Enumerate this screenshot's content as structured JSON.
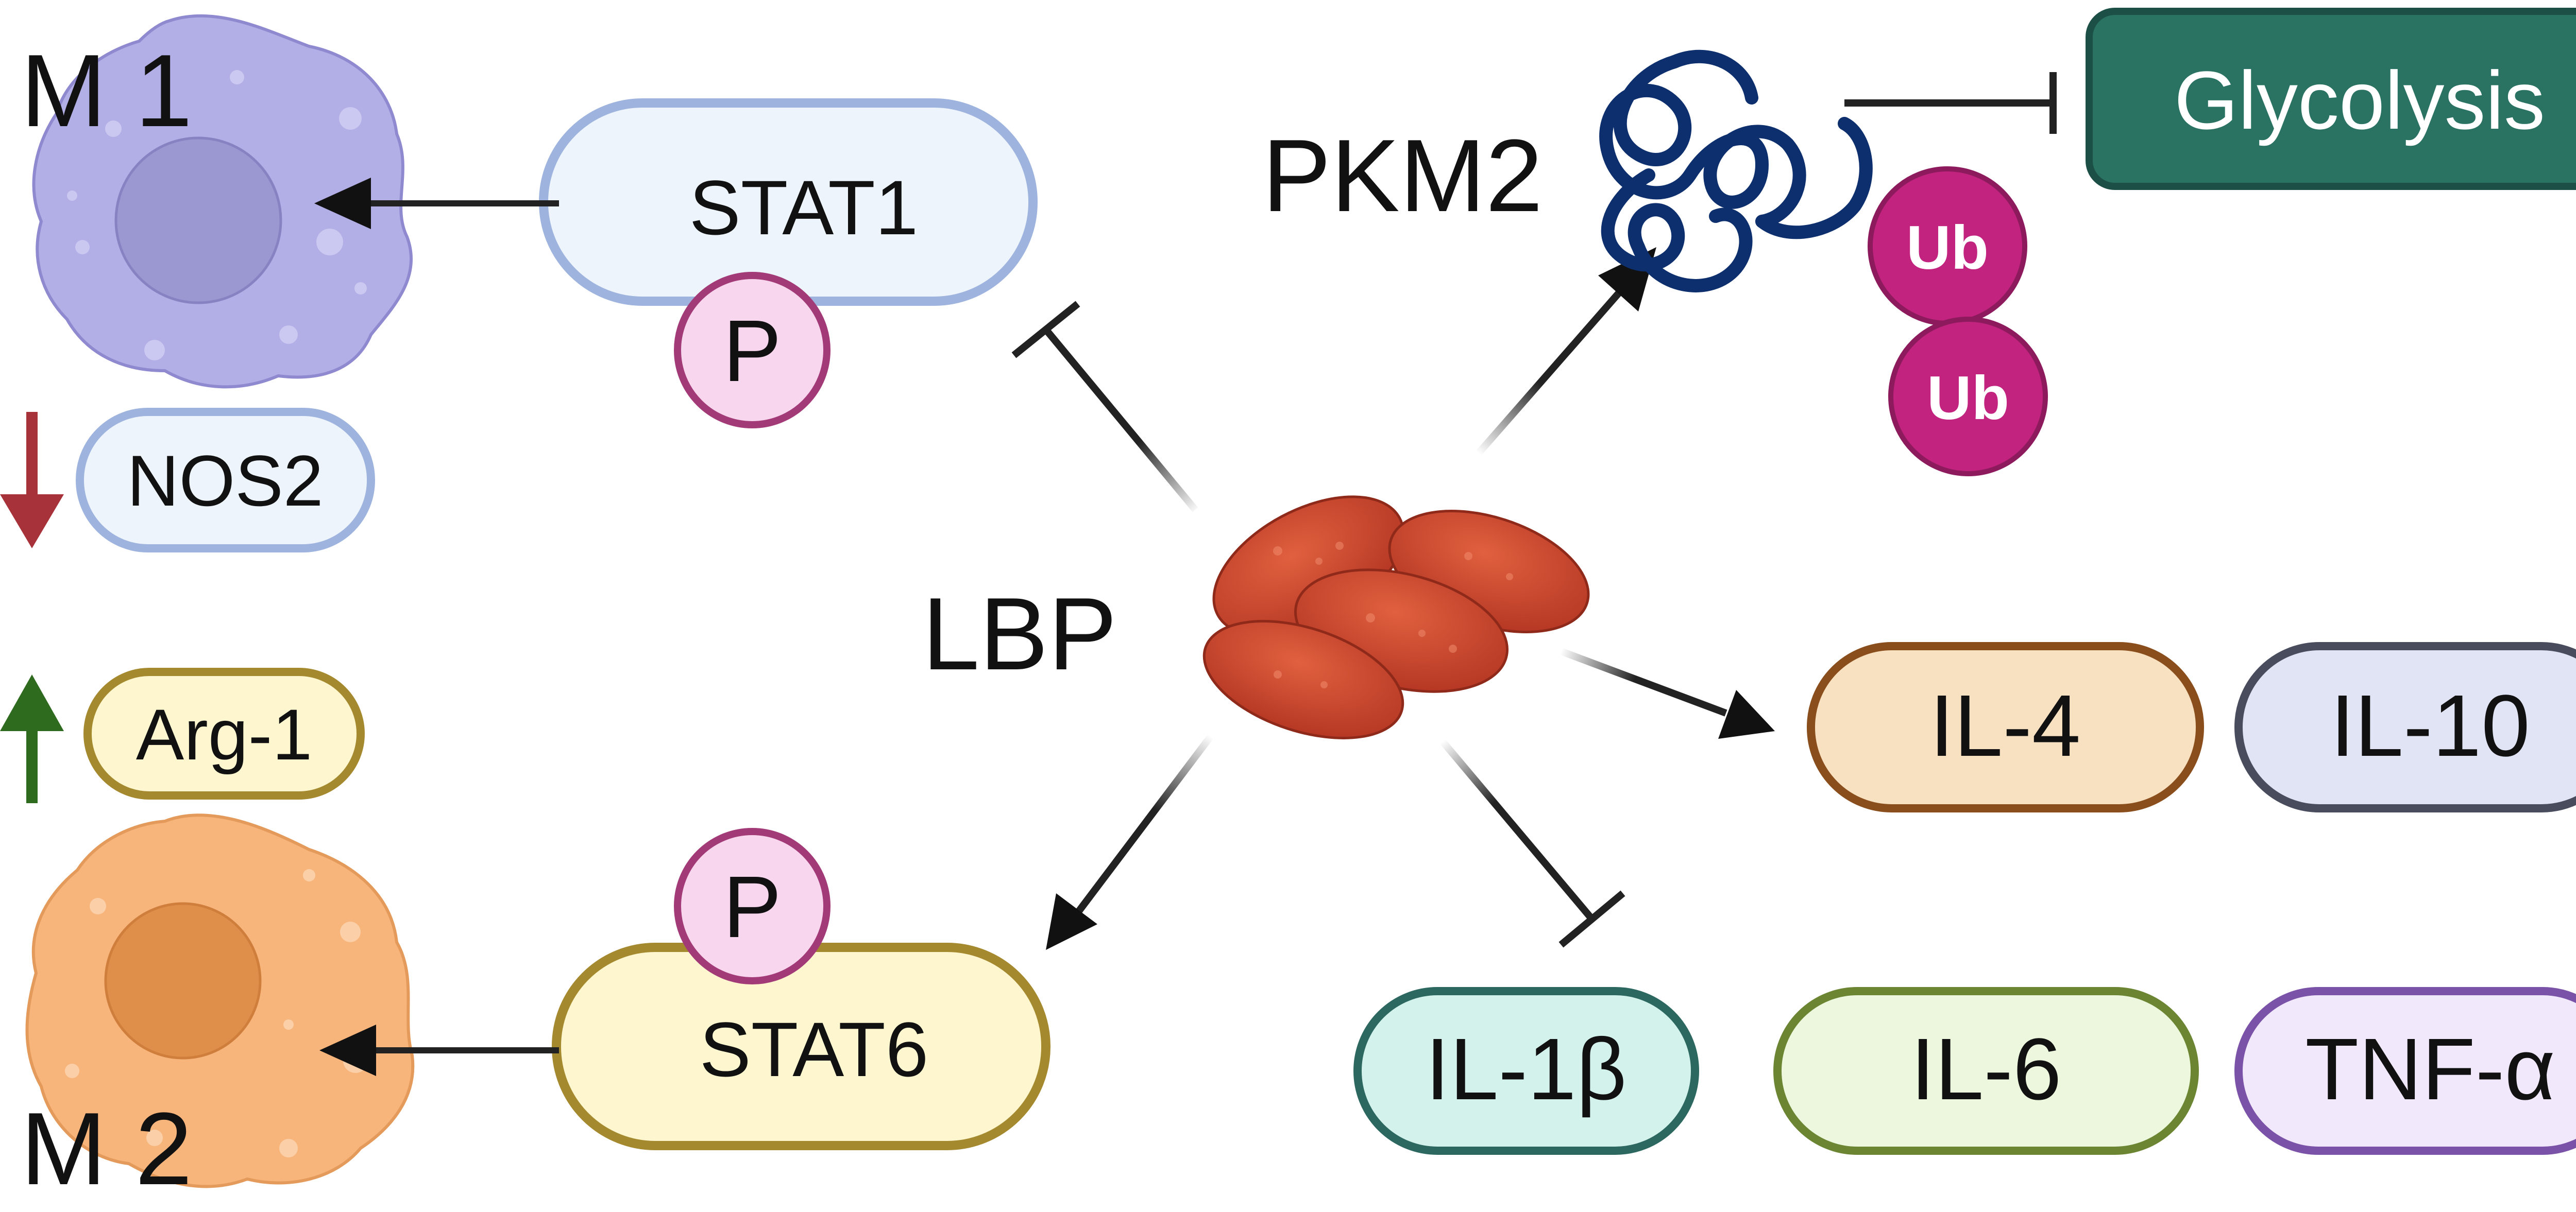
{
  "labels": {
    "m1": "M 1",
    "m2": "M 2",
    "lbp": "LBP",
    "pkm2": "PKM2",
    "p": "P",
    "ub": "Ub"
  },
  "nodes": {
    "stat1": "STAT1",
    "stat6": "STAT6",
    "nos2": "NOS2",
    "arg1": "Arg-1",
    "glycolysis": "Glycolysis",
    "il4": "IL-4",
    "il10": "IL-10",
    "il1b": "IL-1β",
    "il6": "IL-6",
    "tnfa": "TNF-α"
  },
  "colors": {
    "m1_cell": "#b2aee6",
    "m1_nucleus": "#9b97d0",
    "m2_cell": "#f7b57c",
    "m2_nucleus": "#e08f4a",
    "down_arrow": "#a8323a",
    "up_arrow": "#2f6b1f",
    "pkm2_chain": "#0d2f6e",
    "ub": "#c2237f",
    "glycolysis_box": "#2a7363",
    "berry": "#c9442e"
  }
}
